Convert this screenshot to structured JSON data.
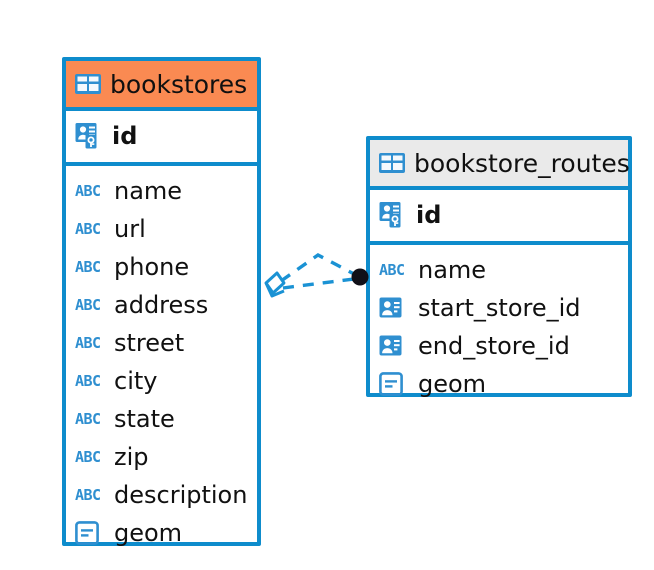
{
  "diagram": {
    "type": "entity-relationship-diagram",
    "background_color": "#ffffff",
    "accent_color": "#0e8ccc",
    "header_orange": "#fa8a52",
    "header_grey": "#eaeaea",
    "icon_blue": "#2f8fd0"
  },
  "entities": [
    {
      "name": "bookstores",
      "header_style": "orange",
      "header_icon": "table-icon",
      "primary_keys": [
        {
          "label": "id",
          "icon": "primary-key-icon"
        }
      ],
      "fields": [
        {
          "label": "name",
          "icon": "abc-text-icon",
          "icon_text": "ABC"
        },
        {
          "label": "url",
          "icon": "abc-text-icon",
          "icon_text": "ABC"
        },
        {
          "label": "phone",
          "icon": "abc-text-icon",
          "icon_text": "ABC"
        },
        {
          "label": "address",
          "icon": "abc-text-icon",
          "icon_text": "ABC"
        },
        {
          "label": "street",
          "icon": "abc-text-icon",
          "icon_text": "ABC"
        },
        {
          "label": "city",
          "icon": "abc-text-icon",
          "icon_text": "ABC"
        },
        {
          "label": "state",
          "icon": "abc-text-icon",
          "icon_text": "ABC"
        },
        {
          "label": "zip",
          "icon": "abc-text-icon",
          "icon_text": "ABC"
        },
        {
          "label": "description",
          "icon": "abc-text-icon",
          "icon_text": "ABC"
        },
        {
          "label": "geom",
          "icon": "geometry-icon"
        }
      ]
    },
    {
      "name": "bookstore_routes",
      "header_style": "grey",
      "header_icon": "table-icon",
      "primary_keys": [
        {
          "label": "id",
          "icon": "primary-key-icon"
        }
      ],
      "fields": [
        {
          "label": "name",
          "icon": "abc-text-icon",
          "icon_text": "ABC"
        },
        {
          "label": "start_store_id",
          "icon": "foreign-key-icon"
        },
        {
          "label": "end_store_id",
          "icon": "foreign-key-icon"
        },
        {
          "label": "geom",
          "icon": "geometry-icon"
        }
      ]
    }
  ],
  "relationship": {
    "from_entity": "bookstores",
    "to_entity": "bookstore_routes",
    "from_marker": "diamond-marker",
    "to_marker": "filled-circle-marker",
    "line_style": "dashed",
    "line_color": "#1a92d4"
  }
}
